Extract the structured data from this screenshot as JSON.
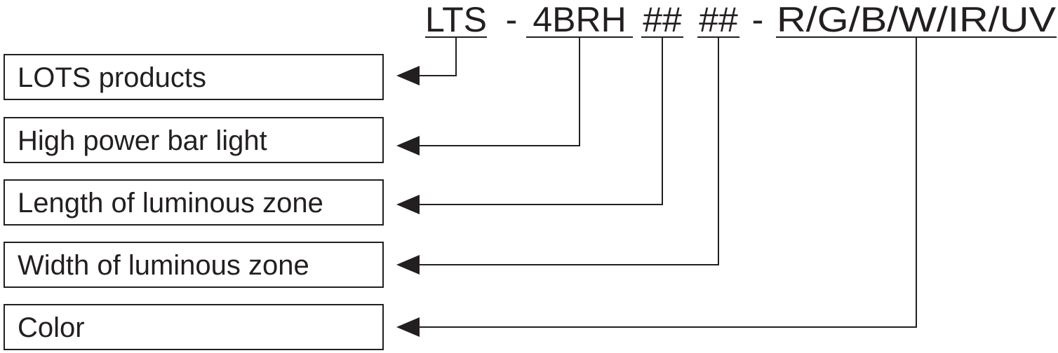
{
  "code": {
    "seg_prefix": "LTS",
    "dash_1": "-",
    "seg_type": "4BRH",
    "seg_length": "##",
    "seg_width": "##",
    "dash_2": "-",
    "seg_color": "R/G/B/W/IR/UV"
  },
  "labels": {
    "prefix": "LOTS products",
    "type": "High power bar light",
    "length": "Length of luminous zone",
    "width": "Width of luminous zone",
    "color": "Color"
  },
  "colors": {
    "ink": "#231f20",
    "background": "#ffffff"
  }
}
